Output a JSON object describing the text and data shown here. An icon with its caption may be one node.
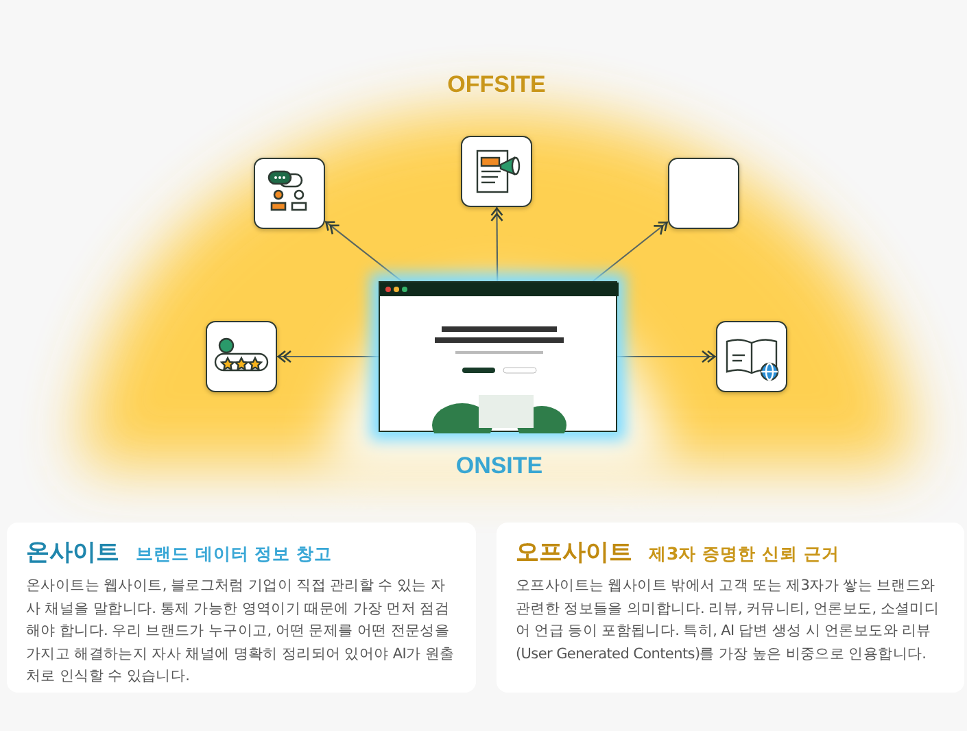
{
  "diagram": {
    "nodes": [
      {
        "text": [],
        "shape": "picture"
      },
      {
        "text": [],
        "shape": "picture"
      },
      {
        "text": [],
        "shape": "picture"
      },
      {
        "text": [],
        "shape": "box"
      },
      {
        "text": [],
        "shape": "picture"
      },
      {
        "text": [],
        "shape": "picture"
      },
      {
        "text": [
          "온사이트",
          "브랜드 데이터 정보 창고",
          "온사이트는 웹사이트, 블로그처럼 기업이 직접 관리할 수 있는 자사 채널을 말합니다. 통제 가능한 영역이기 때문에 가장 먼저 점검해야 합니다. 우리 브랜드가 누구이고, 어떤 문제를 어떤 전문성을 가지고 해결하는지 자사 채널에 명확히 정리되어 있어야 AI가 원출처로 인식할 수 있습니다."
        ]
      },
      {
        "text": [
          "오프사이트",
          "제3자 증명한 신뢰 근거",
          "오프사이트는 웹사이트 밖에서 고객 또는 제3자가 쌓는 브랜드와 관련한 정보들을 의미합니다.  리뷰, 커뮤니티, 언론보도, 소셜미디어 언급 등이 포함됩니다. 특히, AI 답변 생성 시 언론보도와 리뷰 (User Generated Contents)를 가장 높은 비중으로 인용합니다."
        ]
      }
    ],
    "edges": [
      {
        "from": 0,
        "to": 1,
        "arrow": "to"
      },
      {
        "from": 0,
        "to": 2,
        "arrow": "to"
      },
      {
        "from": 0,
        "to": 3,
        "arrow": "to"
      },
      {
        "from": 0,
        "to": 4,
        "arrow": "to"
      },
      {
        "from": 0,
        "to": 5,
        "arrow": "to"
      }
    ],
    "labels": [
      "OFFSITE",
      "ONSITE"
    ]
  }
}
